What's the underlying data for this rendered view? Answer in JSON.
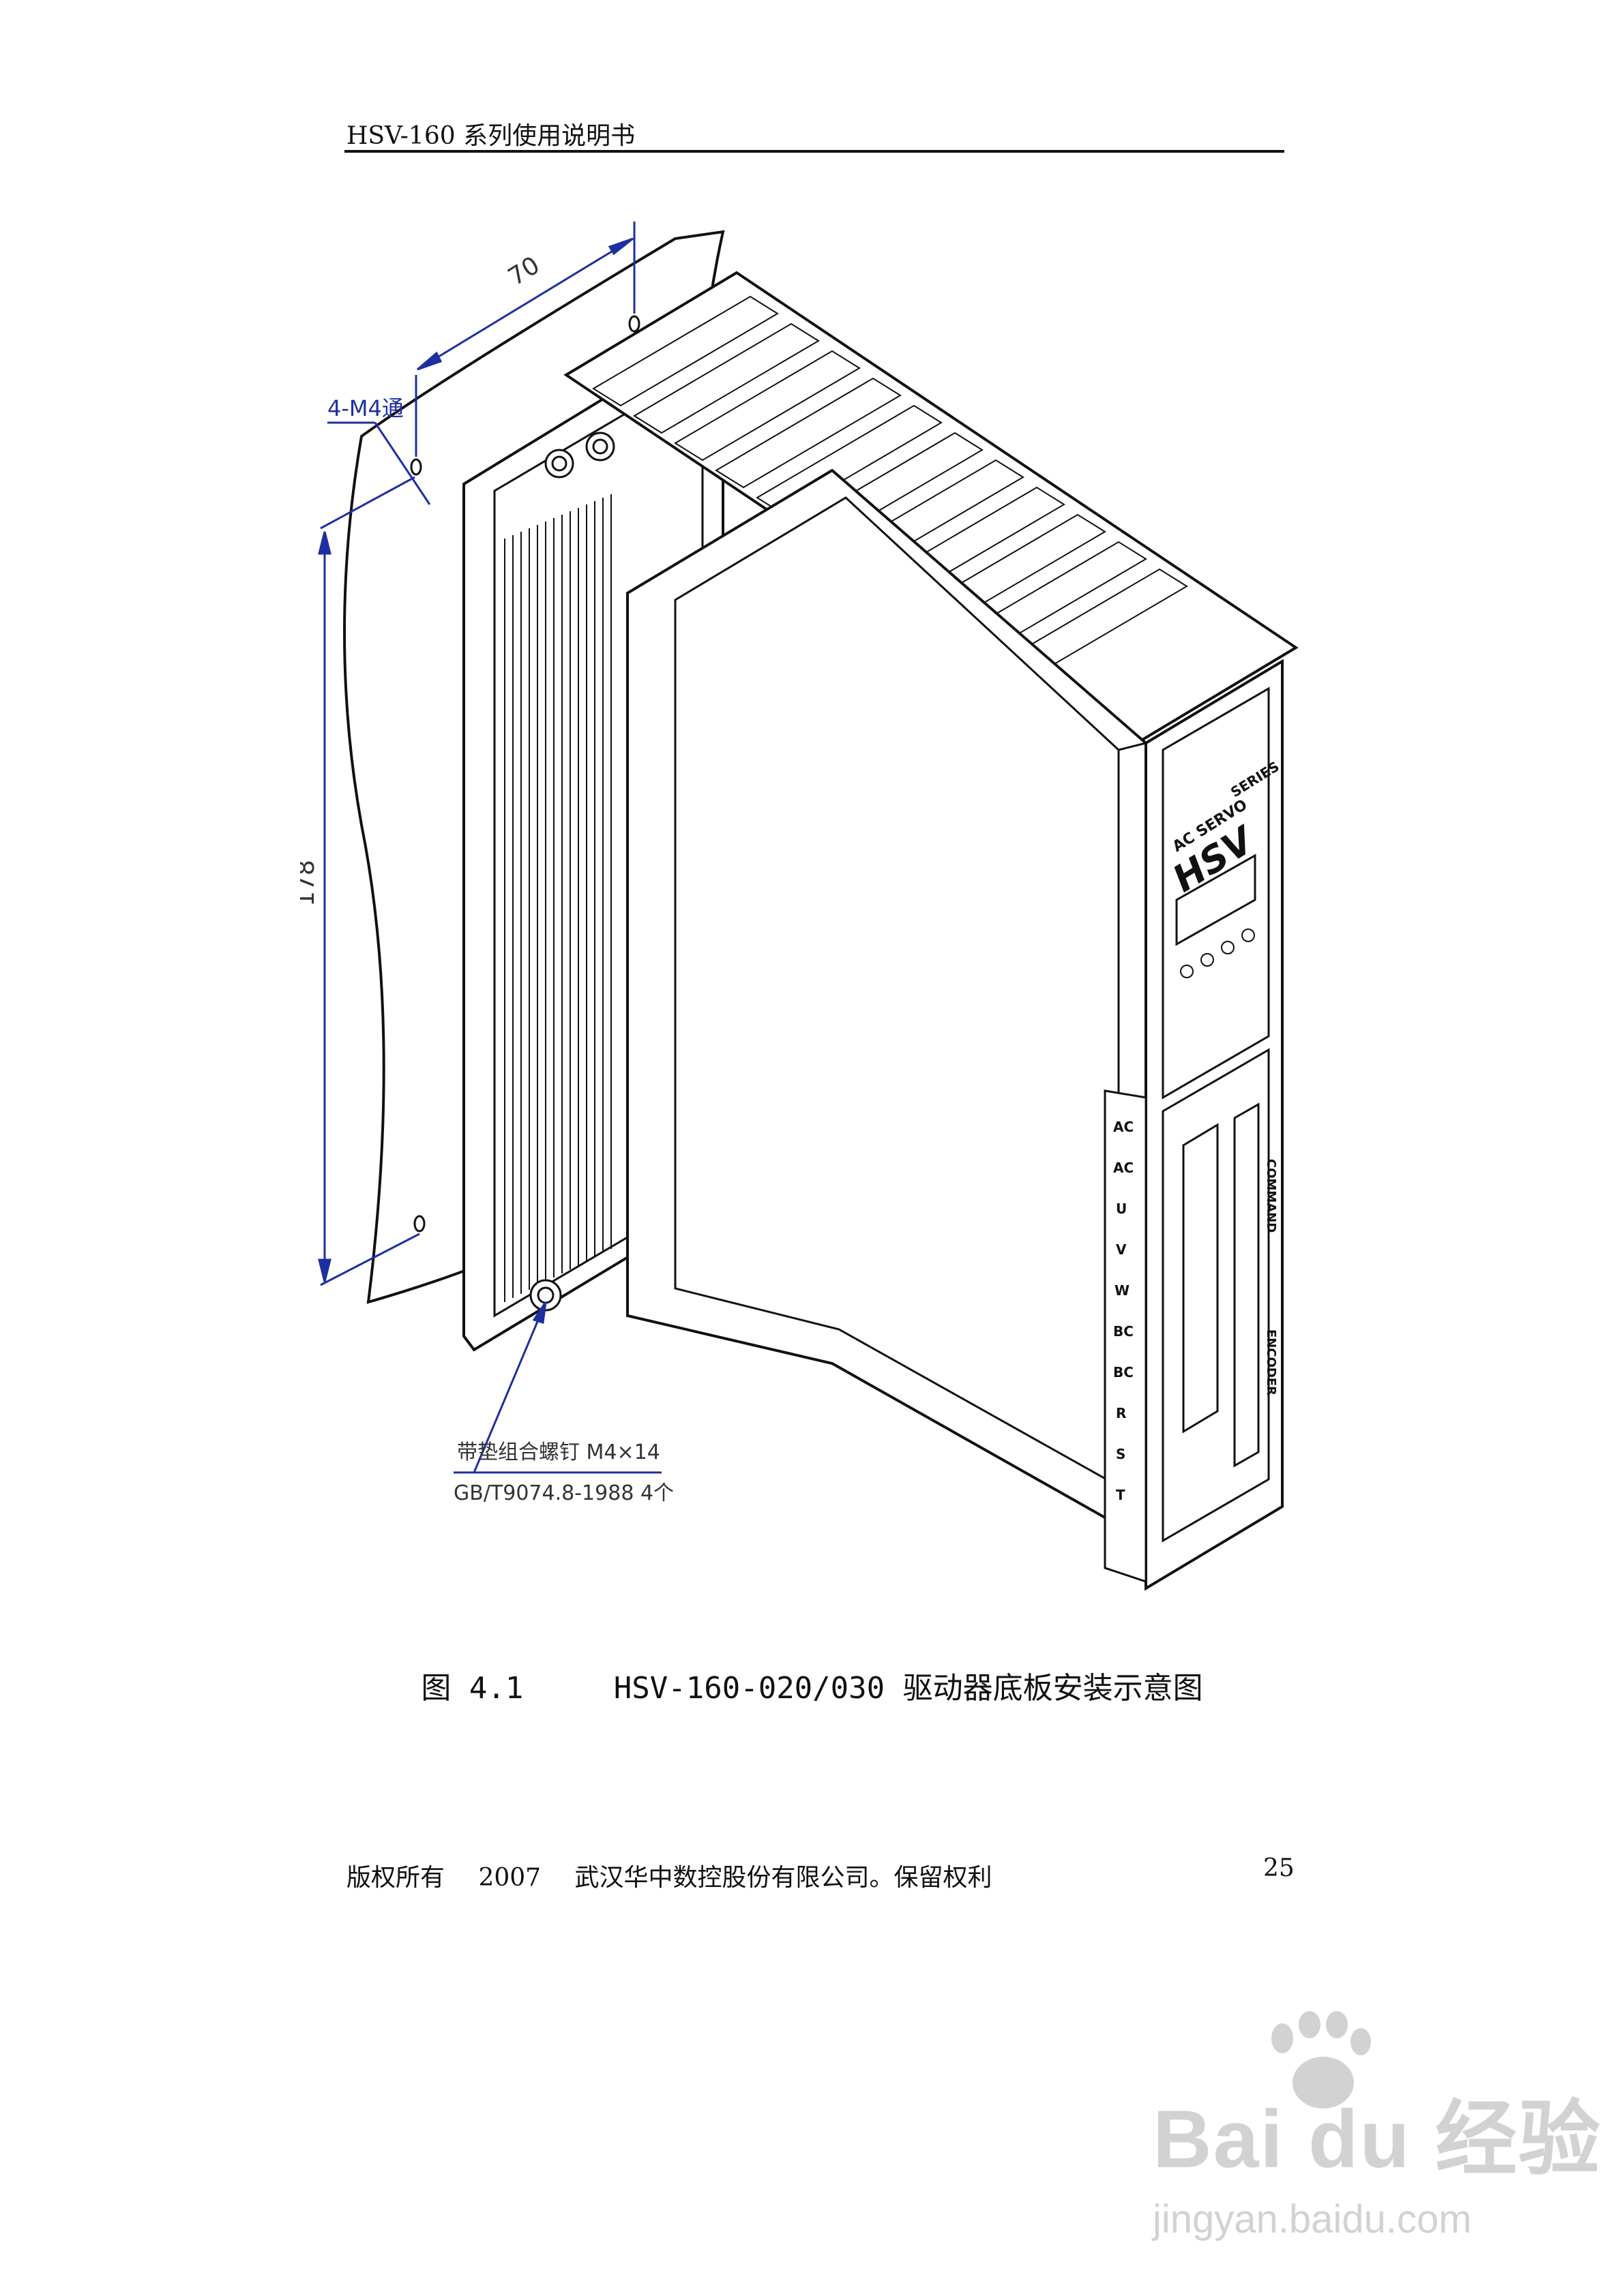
{
  "header": {
    "title": "HSV-160 系列使用说明书"
  },
  "figure": {
    "dim_width": "70",
    "dim_height": "178",
    "hole_label": "4-M4通",
    "screw_label_1": "带垫组合螺钉 M4×14",
    "screw_label_2": "GB/T9074.8-1988 4个",
    "panel_text": {
      "ac_servo": "AC SERVO",
      "brand": "HSV",
      "series": "SERIES",
      "command": "COMMAND",
      "encoder": "ENCODER"
    },
    "terminals": [
      "AC",
      "AC",
      "U",
      "V",
      "W",
      "BC",
      "BC",
      "R",
      "S",
      "T"
    ]
  },
  "caption": {
    "label": "图 4.1",
    "text": "HSV-160-020/030 驱动器底板安装示意图"
  },
  "footer": {
    "copyright": "版权所有",
    "year": "2007",
    "company": "武汉华中数控股份有限公司。保留权利",
    "page": "25"
  },
  "watermark": {
    "brand": "Bai du 经验",
    "url": "jingyan.baidu.com"
  }
}
